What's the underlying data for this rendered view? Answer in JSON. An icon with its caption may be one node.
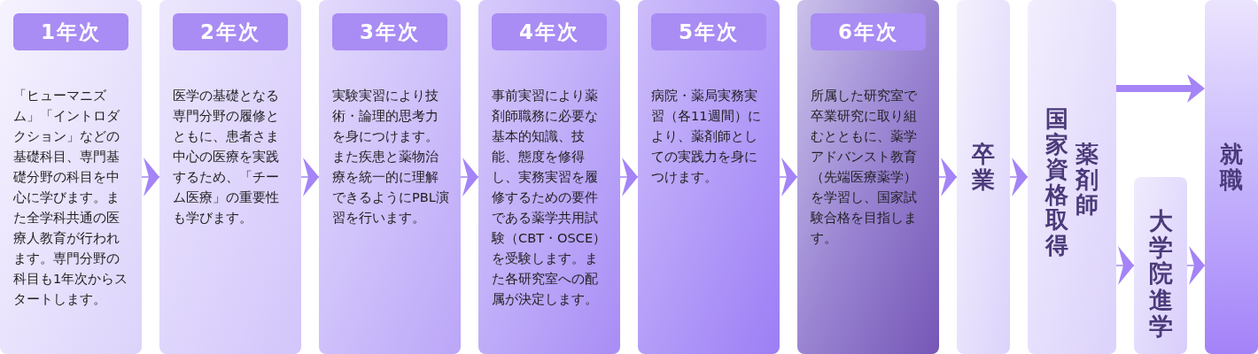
{
  "diagram": {
    "nodes": [
      {
        "text": [
          "1年次",
          "「ヒューマニズム」「イントロダクション」などの基礎科目、専門基礎分野の科目を中心に学びます。また全学科共通の医療人教育が行われます。専門分野の科目も1年次からスタートします。"
        ]
      },
      {
        "text": [
          "2年次",
          "医学の基礎となる専門分野の履修とともに、患者さま中心の医療を実践するため、「チーム医療」の重要性も学びます。"
        ]
      },
      {
        "text": [
          "3年次",
          "実験実習により技術・論理的思考力を身につけます。また疾患と薬物治療を統一的に理解できるようにPBL演習を行います。"
        ]
      },
      {
        "text": [
          "4年次",
          "事前実習により薬剤師職務に必要な基本的知識、技能、態度を修得し、実務実習を履修するための要件である薬学共用試験（CBT・OSCE）を受験します。また各研究室への配属が決定します。"
        ]
      },
      {
        "text": [
          "5年次",
          "病院・薬局実務実習（各11週間）により、薬剤師としての実践力を身につけます。"
        ]
      },
      {
        "text": [
          "6年次",
          "所属した研究室で卒業研究に取り組むとともに、薬学アドバンスト教育（先端医療薬学）を学習し、国家試験合格を目指します。"
        ]
      },
      {
        "text": [
          "卒業"
        ]
      },
      {
        "text": [
          "国家資格取得",
          "薬剤師"
        ]
      },
      {
        "text": [
          "大学院進学"
        ]
      },
      {
        "text": [
          "就職"
        ]
      }
    ],
    "edges": [
      {
        "from": 0,
        "to": 1,
        "arrow": "to"
      },
      {
        "from": 1,
        "to": 2,
        "arrow": "to"
      },
      {
        "from": 2,
        "to": 3,
        "arrow": "to"
      },
      {
        "from": 3,
        "to": 4,
        "arrow": "to"
      },
      {
        "from": 4,
        "to": 5,
        "arrow": "to"
      },
      {
        "from": 5,
        "to": 6,
        "arrow": "to"
      },
      {
        "from": 6,
        "to": 7,
        "arrow": "to"
      },
      {
        "from": 7,
        "to": 9,
        "arrow": "to",
        "style": "thick"
      },
      {
        "from": 7,
        "to": 8,
        "arrow": "to"
      },
      {
        "from": 8,
        "to": 9,
        "arrow": "to"
      }
    ]
  }
}
